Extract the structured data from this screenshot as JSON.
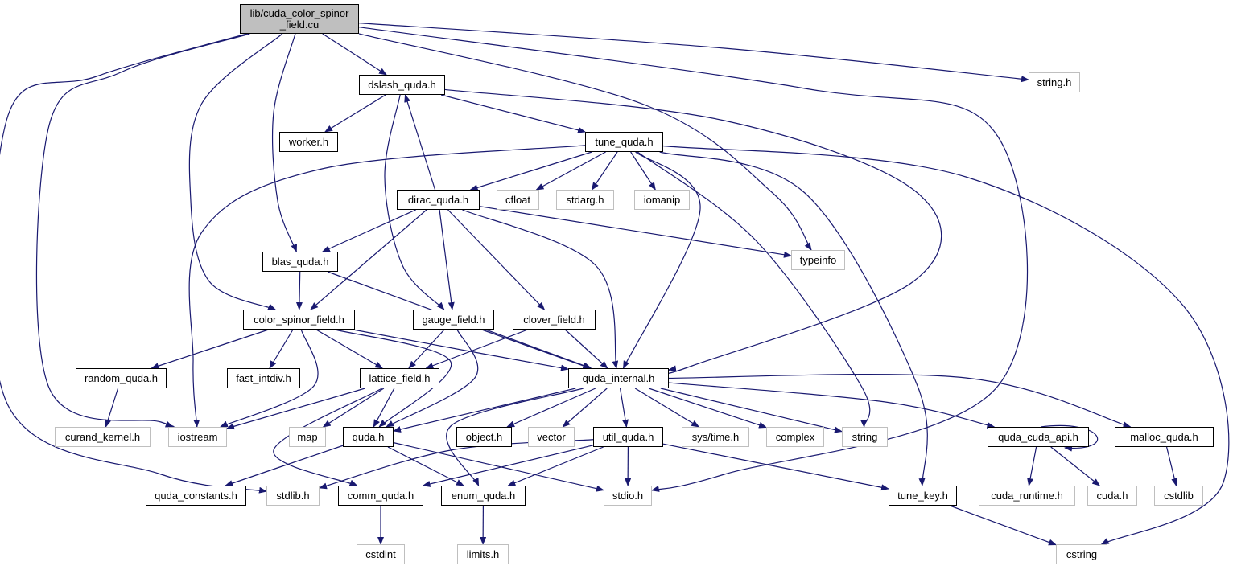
{
  "graph": {
    "edge_color": "#191970",
    "root_fill": "#bfbfbf",
    "external_border": "#bfbfbf",
    "nodes": [
      {
        "id": "root",
        "label": "lib/cuda_color_spinor\n_field.cu",
        "kind": "root"
      },
      {
        "id": "string_h",
        "label": "string.h",
        "kind": "external"
      },
      {
        "id": "dslash",
        "label": "dslash_quda.h",
        "kind": "internal"
      },
      {
        "id": "worker",
        "label": "worker.h",
        "kind": "internal"
      },
      {
        "id": "tune",
        "label": "tune_quda.h",
        "kind": "internal"
      },
      {
        "id": "dirac",
        "label": "dirac_quda.h",
        "kind": "internal"
      },
      {
        "id": "cfloat",
        "label": "cfloat",
        "kind": "external"
      },
      {
        "id": "stdarg",
        "label": "stdarg.h",
        "kind": "external"
      },
      {
        "id": "iomanip",
        "label": "iomanip",
        "kind": "external"
      },
      {
        "id": "typeinfo",
        "label": "typeinfo",
        "kind": "external"
      },
      {
        "id": "blas",
        "label": "blas_quda.h",
        "kind": "internal"
      },
      {
        "id": "csf",
        "label": "color_spinor_field.h",
        "kind": "internal"
      },
      {
        "id": "gauge",
        "label": "gauge_field.h",
        "kind": "internal"
      },
      {
        "id": "clover",
        "label": "clover_field.h",
        "kind": "internal"
      },
      {
        "id": "random",
        "label": "random_quda.h",
        "kind": "internal"
      },
      {
        "id": "fastdiv",
        "label": "fast_intdiv.h",
        "kind": "internal"
      },
      {
        "id": "lattice",
        "label": "lattice_field.h",
        "kind": "internal"
      },
      {
        "id": "qinternal",
        "label": "quda_internal.h",
        "kind": "internal"
      },
      {
        "id": "curand",
        "label": "curand_kernel.h",
        "kind": "external"
      },
      {
        "id": "iostream",
        "label": "iostream",
        "kind": "external"
      },
      {
        "id": "map",
        "label": "map",
        "kind": "external"
      },
      {
        "id": "quda",
        "label": "quda.h",
        "kind": "internal"
      },
      {
        "id": "object",
        "label": "object.h",
        "kind": "internal"
      },
      {
        "id": "vector",
        "label": "vector",
        "kind": "external"
      },
      {
        "id": "util",
        "label": "util_quda.h",
        "kind": "internal"
      },
      {
        "id": "systime",
        "label": "sys/time.h",
        "kind": "external"
      },
      {
        "id": "complex",
        "label": "complex",
        "kind": "external"
      },
      {
        "id": "string",
        "label": "string",
        "kind": "external"
      },
      {
        "id": "cudaapi",
        "label": "quda_cuda_api.h",
        "kind": "internal"
      },
      {
        "id": "malloc",
        "label": "malloc_quda.h",
        "kind": "internal"
      },
      {
        "id": "constants",
        "label": "quda_constants.h",
        "kind": "internal"
      },
      {
        "id": "stdlib_h",
        "label": "stdlib.h",
        "kind": "external"
      },
      {
        "id": "comm",
        "label": "comm_quda.h",
        "kind": "internal"
      },
      {
        "id": "enum",
        "label": "enum_quda.h",
        "kind": "internal"
      },
      {
        "id": "stdio",
        "label": "stdio.h",
        "kind": "external"
      },
      {
        "id": "tunekey",
        "label": "tune_key.h",
        "kind": "internal"
      },
      {
        "id": "cudart",
        "label": "cuda_runtime.h",
        "kind": "external"
      },
      {
        "id": "cuda_h",
        "label": "cuda.h",
        "kind": "external"
      },
      {
        "id": "cstdlib",
        "label": "cstdlib",
        "kind": "external"
      },
      {
        "id": "cstdint",
        "label": "cstdint",
        "kind": "external"
      },
      {
        "id": "limits",
        "label": "limits.h",
        "kind": "external"
      },
      {
        "id": "cstring",
        "label": "cstring",
        "kind": "external"
      }
    ],
    "edges": [
      [
        "root",
        "dslash"
      ],
      [
        "root",
        "string_h"
      ],
      [
        "root",
        "stdio"
      ],
      [
        "root",
        "typeinfo"
      ],
      [
        "root",
        "blas"
      ],
      [
        "root",
        "csf"
      ],
      [
        "root",
        "iostream"
      ],
      [
        "root",
        "stdlib_h"
      ],
      [
        "dslash",
        "worker"
      ],
      [
        "dslash",
        "tune"
      ],
      [
        "dslash",
        "gauge"
      ],
      [
        "dslash",
        "qinternal"
      ],
      [
        "dirac",
        "dslash"
      ],
      [
        "dirac",
        "blas"
      ],
      [
        "dirac",
        "csf"
      ],
      [
        "dirac",
        "gauge"
      ],
      [
        "dirac",
        "clover"
      ],
      [
        "dirac",
        "qinternal"
      ],
      [
        "dirac",
        "typeinfo"
      ],
      [
        "tune",
        "dirac"
      ],
      [
        "tune",
        "cfloat"
      ],
      [
        "tune",
        "stdarg"
      ],
      [
        "tune",
        "iomanip"
      ],
      [
        "tune",
        "iostream"
      ],
      [
        "tune",
        "qinternal"
      ],
      [
        "tune",
        "string"
      ],
      [
        "tune",
        "tunekey"
      ],
      [
        "tune",
        "cstring"
      ],
      [
        "blas",
        "csf"
      ],
      [
        "blas",
        "qinternal"
      ],
      [
        "csf",
        "random"
      ],
      [
        "csf",
        "fastdiv"
      ],
      [
        "csf",
        "lattice"
      ],
      [
        "csf",
        "qinternal"
      ],
      [
        "csf",
        "iostream"
      ],
      [
        "csf",
        "quda"
      ],
      [
        "gauge",
        "lattice"
      ],
      [
        "gauge",
        "qinternal"
      ],
      [
        "gauge",
        "quda"
      ],
      [
        "clover",
        "lattice"
      ],
      [
        "clover",
        "qinternal"
      ],
      [
        "random",
        "curand"
      ],
      [
        "lattice",
        "iostream"
      ],
      [
        "lattice",
        "map"
      ],
      [
        "lattice",
        "quda"
      ],
      [
        "lattice",
        "comm"
      ],
      [
        "qinternal",
        "quda"
      ],
      [
        "qinternal",
        "enum"
      ],
      [
        "qinternal",
        "object"
      ],
      [
        "qinternal",
        "vector"
      ],
      [
        "qinternal",
        "util"
      ],
      [
        "qinternal",
        "systime"
      ],
      [
        "qinternal",
        "complex"
      ],
      [
        "qinternal",
        "string"
      ],
      [
        "qinternal",
        "cudaapi"
      ],
      [
        "qinternal",
        "malloc"
      ],
      [
        "quda",
        "constants"
      ],
      [
        "quda",
        "enum"
      ],
      [
        "quda",
        "stdio"
      ],
      [
        "util",
        "stdlib_h"
      ],
      [
        "util",
        "comm"
      ],
      [
        "util",
        "enum"
      ],
      [
        "util",
        "stdio"
      ],
      [
        "util",
        "tunekey"
      ],
      [
        "cudaapi",
        "cudaapi"
      ],
      [
        "cudaapi",
        "cudart"
      ],
      [
        "cudaapi",
        "cuda_h"
      ],
      [
        "malloc",
        "cstdlib"
      ],
      [
        "comm",
        "cstdint"
      ],
      [
        "enum",
        "limits"
      ],
      [
        "tunekey",
        "cstring"
      ]
    ]
  }
}
